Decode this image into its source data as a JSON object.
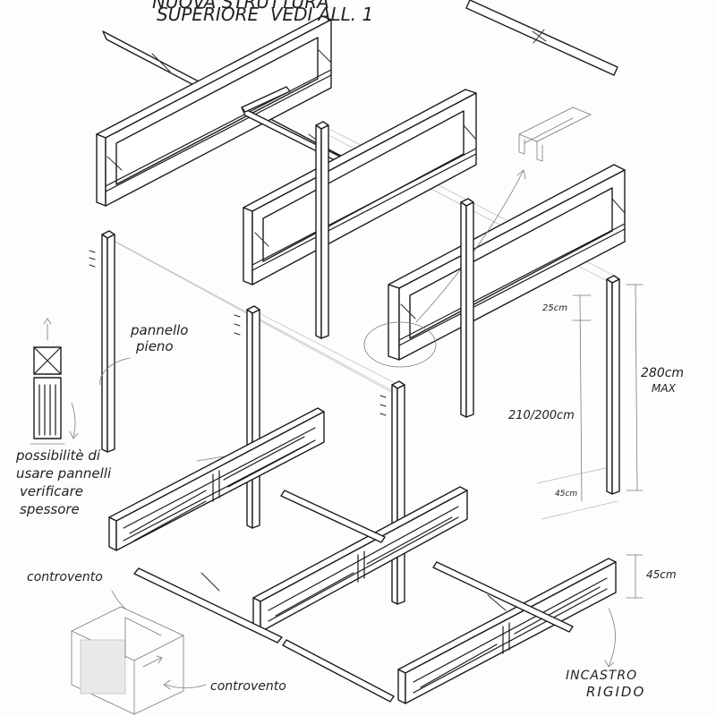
{
  "title_lines": [
    "NUOVA STRUTTURA",
    "SUPERIORE  VEDI ALL. 1"
  ],
  "labels": {
    "pannello": "pannello",
    "pieno": "pieno",
    "possibilita_1": "possibilitè di",
    "possibilita_2": "usare pannelli",
    "possibilita_3": "verificare",
    "possibilita_4": "spessore",
    "controvento_top": "controvento",
    "controvento_bottom": "controvento",
    "incastro_1": "INCASTRO",
    "incastro_2": "RIGIDO"
  },
  "dimensions": {
    "d25": "25cm",
    "d280": "280cm",
    "max": "MAX",
    "d210": "210/200cm",
    "d45_small": "45cm",
    "d45_right": "45cm"
  }
}
